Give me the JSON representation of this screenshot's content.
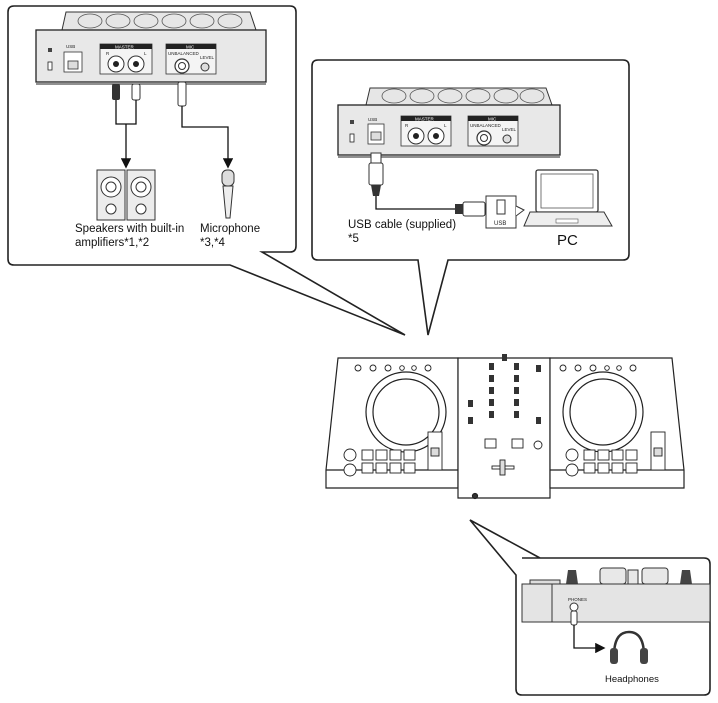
{
  "diagram": {
    "title": "DJ controller connection diagram",
    "panels": {
      "rear_left": {
        "port_labels": {
          "usb": "USB",
          "master": "MASTER",
          "master_r": "R",
          "master_l": "L",
          "mic": "MIC",
          "mic_unbalanced": "UNBALANCED",
          "mic_level": "LEVEL"
        },
        "speakers_label_line1": "Speakers with built-in",
        "speakers_label_line2": "amplifiers*1,*2",
        "microphone_label_line1": "Microphone",
        "microphone_label_line2": "*3,*4"
      },
      "rear_right": {
        "port_labels": {
          "usb": "USB",
          "master": "MASTER",
          "master_r": "R",
          "master_l": "L",
          "mic": "MIC",
          "mic_unbalanced": "UNBALANCED",
          "mic_level": "LEVEL"
        },
        "usb_cable_label_line1": "USB cable (supplied)",
        "usb_cable_label_line2": "*5",
        "pc_usb_port_label": "USB",
        "pc_label": "PC"
      },
      "front": {
        "phones_port_label": "PHONES",
        "headphones_label": "Headphones"
      }
    }
  }
}
